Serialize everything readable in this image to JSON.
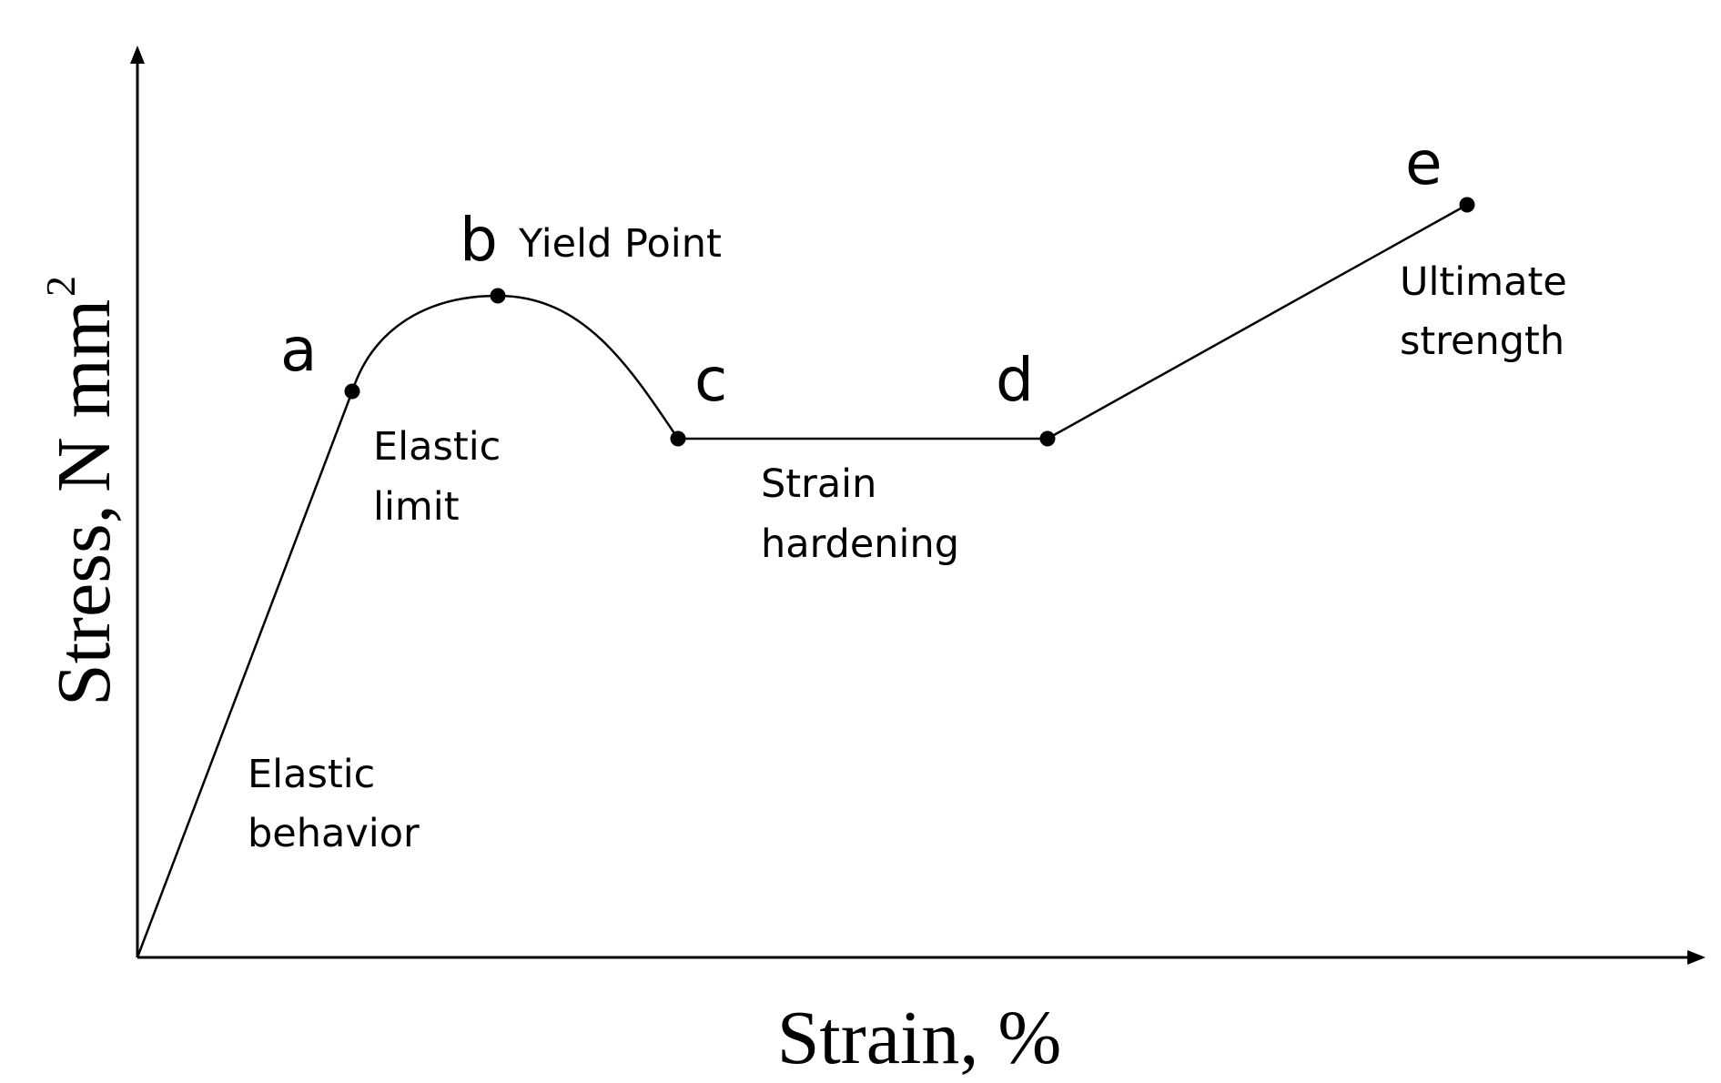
{
  "diagram": {
    "axes": {
      "x_label": "Strain, %",
      "y_label_main": "Stress,",
      "y_label_unit": "N mm",
      "y_label_sup": "2"
    },
    "points": [
      {
        "id": "a",
        "letter": "a",
        "note_lines": [
          "Elastic",
          "limit"
        ]
      },
      {
        "id": "b",
        "letter": "b",
        "note_lines": [
          "Yield Point"
        ]
      },
      {
        "id": "c",
        "letter": "c",
        "note_lines": []
      },
      {
        "id": "d",
        "letter": "d",
        "note_lines": [
          "Strain",
          "hardening"
        ]
      },
      {
        "id": "e",
        "letter": "e",
        "note_lines": [
          "Ultimate",
          "strength"
        ]
      }
    ],
    "region_note": [
      "Elastic",
      "behavior"
    ],
    "colors": {
      "line": "#000000",
      "background": "#ffffff"
    }
  }
}
